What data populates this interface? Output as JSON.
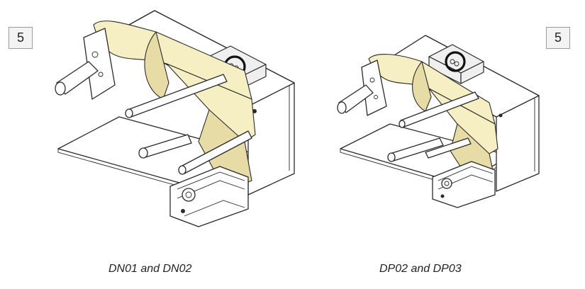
{
  "step": {
    "left_number": "5",
    "right_number": "5"
  },
  "figures": [
    {
      "caption": "DN01 and DN02",
      "highlight": "control-panel-buttons"
    },
    {
      "caption": "DP02 and DP03",
      "highlight": "control-panel-buttons"
    }
  ],
  "colors": {
    "paper": "#f6efc4",
    "paper_shade": "#e8dca6",
    "highlight_ring": "#111111",
    "step_box_fill": "#f3f3f3"
  }
}
